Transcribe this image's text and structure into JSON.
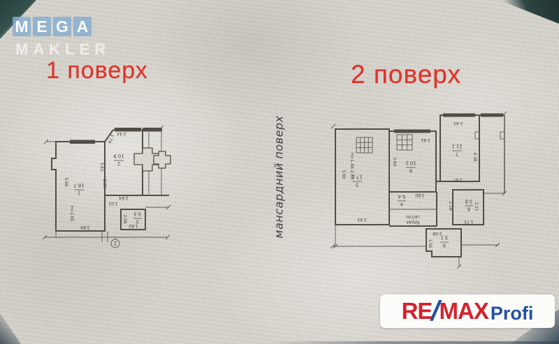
{
  "watermark": {
    "letters": [
      "M",
      "E",
      "G",
      "A"
    ],
    "subtitle": "MAKLER"
  },
  "titles": {
    "floor1": "1 поверх",
    "floor2": "2 поверх",
    "side_note": "мансардний поверх"
  },
  "logo": {
    "part1": "RE",
    "slash": "/",
    "part2": "MAX",
    "suffix": "Profi"
  },
  "colors": {
    "title_red": "#dd342a",
    "plan_ink": "#4b473f",
    "logo_red": "#d4212e",
    "logo_blue": "#24519e",
    "watermark_blue": "#85add1",
    "paper": "#d7d4cd"
  },
  "plan1": {
    "marker": "2",
    "rooms": {
      "r1": {
        "num": "1",
        "area": "18.7"
      },
      "r2": {
        "num": "2",
        "area": "10.9"
      },
      "r3": {
        "num": "3",
        "area": "3.3"
      }
    },
    "dims": {
      "left_height": "5.86",
      "ceiling_height": "H=2.65",
      "bottom_width": "3.84",
      "top_width": "2.44",
      "entry_diag": "1.79",
      "wall_upper": "3.82",
      "wall_lower": "2.26",
      "corridor_width": "2.64",
      "corridor_depth": "1.01",
      "room3_height": "2.06",
      "room3_width": "1.62"
    }
  },
  "plan2": {
    "rooms": {
      "r4": {
        "num": "4",
        "area": "5.4"
      },
      "r5": {
        "num": "5",
        "area": "17.2"
      },
      "r6": {
        "num": "6",
        "area": "10.2"
      },
      "r7": {
        "num": "7",
        "area": "11.1"
      },
      "r8": {
        "num": "8",
        "area": "3.8"
      },
      "r9": {
        "num": "9",
        "area": "3.1"
      }
    },
    "dims": {
      "left_height": "5.90",
      "ceiling_height": "H=1.48-2.65",
      "room5_bottom": "2.92",
      "room6_left": "3.60",
      "room6_top": "2.82",
      "room7_top": "2.40",
      "room7_right": "4.38",
      "room7_bottom": "2.67",
      "room4_top": "3.80",
      "room8_left": "2.18",
      "room8_right": "2.21",
      "room8_bottom": "1.73",
      "room9_top": "2.08",
      "room9_left": "1.56"
    },
    "note": {
      "line1": "бруда",
      "line2": "світло"
    }
  }
}
